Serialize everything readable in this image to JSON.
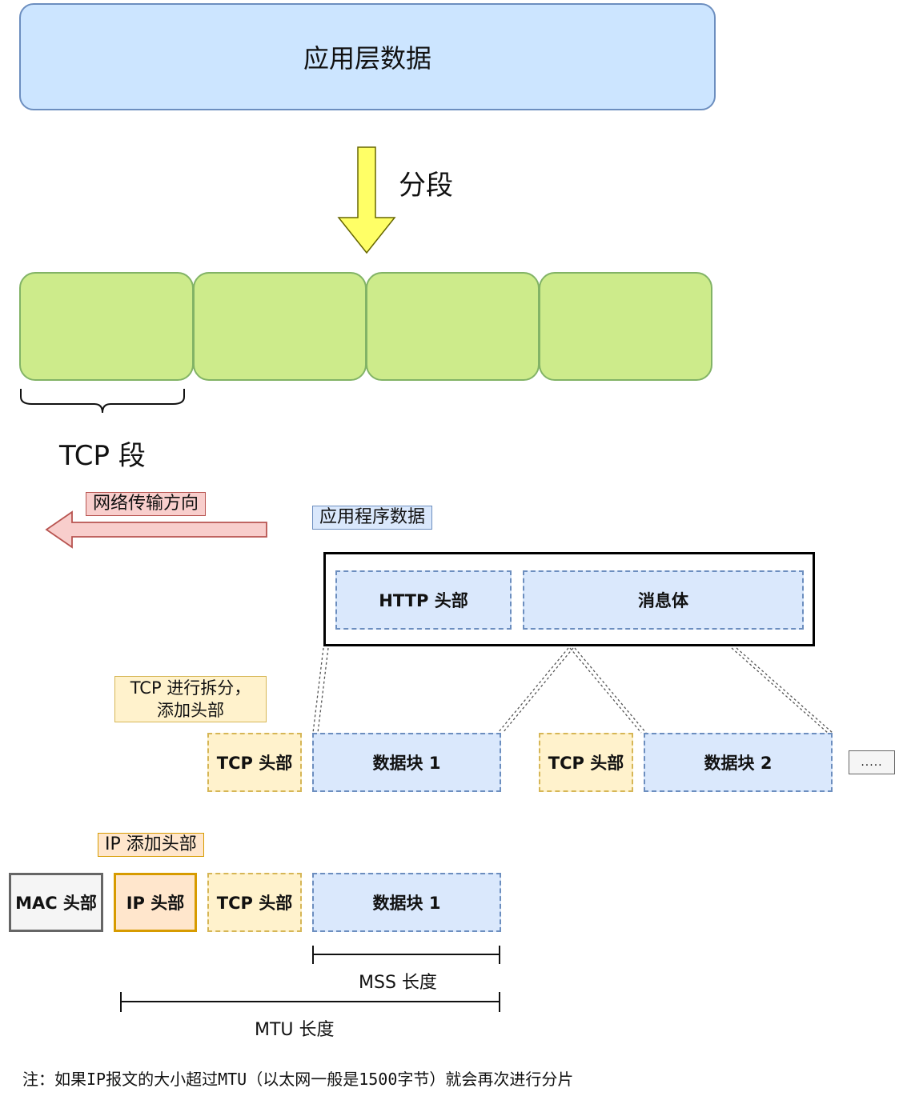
{
  "top": {
    "app_data_label": "应用层数据",
    "segment_label": "分段",
    "tcp_segment_label": "TCP 段"
  },
  "lower": {
    "direction_label": "网络传输方向",
    "app_program_data_label": "应用程序数据",
    "http_header_label": "HTTP 头部",
    "message_body_label": "消息体",
    "tcp_split_label_line1": "TCP 进行拆分，",
    "tcp_split_label_line2": "添加头部",
    "tcp_header_label": "TCP 头部",
    "data_block_1_label": "数据块 1",
    "data_block_2_label": "数据块 2",
    "more_label": ".....",
    "ip_add_header_label": "IP 添加头部",
    "mac_header_label": "MAC 头部",
    "ip_header_label": "IP 头部",
    "mss_label": "MSS 长度",
    "mtu_label": "MTU 长度"
  },
  "footer": {
    "note": "注：如果IP报文的大小超过MTU（以太网一般是1500字节）就会再次进行分片"
  },
  "colors": {
    "app_blue": "#cce5ff",
    "segment_green": "#cdeb8b",
    "arrow_yellow": "#ffff66",
    "dash_blue": "#dae8fc",
    "dash_yellow": "#fff2cc",
    "ip_orange": "#ffe6cc",
    "mac_gray": "#f5f5f5",
    "direction_red": "#f8cecc"
  },
  "icons": {
    "segment_arrow": "arrow-down-icon",
    "direction_arrow": "arrow-left-icon"
  }
}
